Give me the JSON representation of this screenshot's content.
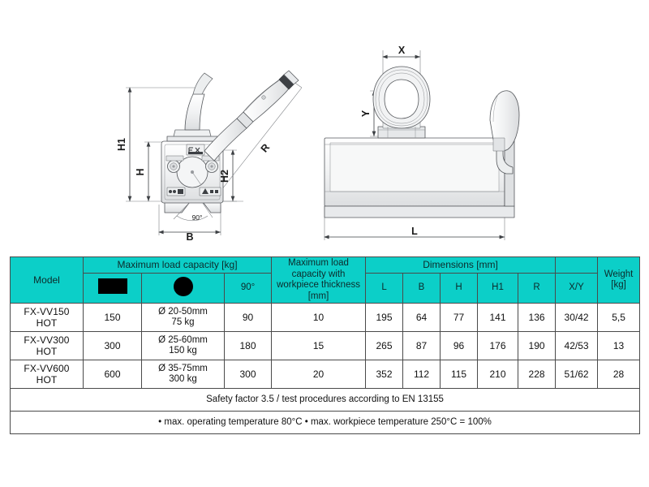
{
  "drawing": {
    "side_view": {
      "labels": {
        "h1": "H1",
        "h": "H",
        "h2": "H2",
        "r": "R",
        "b": "B",
        "angle": "90°"
      }
    },
    "front_view": {
      "labels": {
        "x": "X",
        "y": "Y",
        "l": "L"
      }
    }
  },
  "table": {
    "headers": {
      "model": "Model",
      "max_load": "Maximum load capacity [kg]",
      "flat_icon": "rectangle-workpiece-icon",
      "round_icon": "circle-workpiece-icon",
      "angle": "90°",
      "thickness": "Maximum load capacity with workpiece thickness [mm]",
      "dimensions": "Dimensions [mm]",
      "l": "L",
      "b": "B",
      "h": "H",
      "h1": "H1",
      "r": "R",
      "xy": "X/Y",
      "weight": "Weight [kg]"
    },
    "rows": [
      {
        "model": "FX-VV150 HOT",
        "flat": "150",
        "round": "Ø 20-50mm 75 kg",
        "angle": "90",
        "thickness": "10",
        "l": "195",
        "b": "64",
        "h": "77",
        "h1": "141",
        "r": "136",
        "xy": "30/42",
        "weight": "5,5"
      },
      {
        "model": "FX-VV300 HOT",
        "flat": "300",
        "round": "Ø 25-60mm 150 kg",
        "angle": "180",
        "thickness": "15",
        "l": "265",
        "b": "87",
        "h": "96",
        "h1": "176",
        "r": "190",
        "xy": "42/53",
        "weight": "13"
      },
      {
        "model": "FX-VV600 HOT",
        "flat": "600",
        "round": "Ø 35-75mm 300 kg",
        "angle": "300",
        "thickness": "20",
        "l": "352",
        "b": "112",
        "h": "115",
        "h1": "210",
        "r": "228",
        "xy": "51/62",
        "weight": "28"
      }
    ],
    "notes": [
      "Safety factor 3.5 / test procedures according to EN 13155",
      "• max. operating temperature 80°C • max. workpiece temperature 250°C = 100%"
    ]
  },
  "colors": {
    "header_teal": "#0ccfc8",
    "border": "#4a4a4a",
    "line": "#55585c",
    "text": "#111111"
  }
}
